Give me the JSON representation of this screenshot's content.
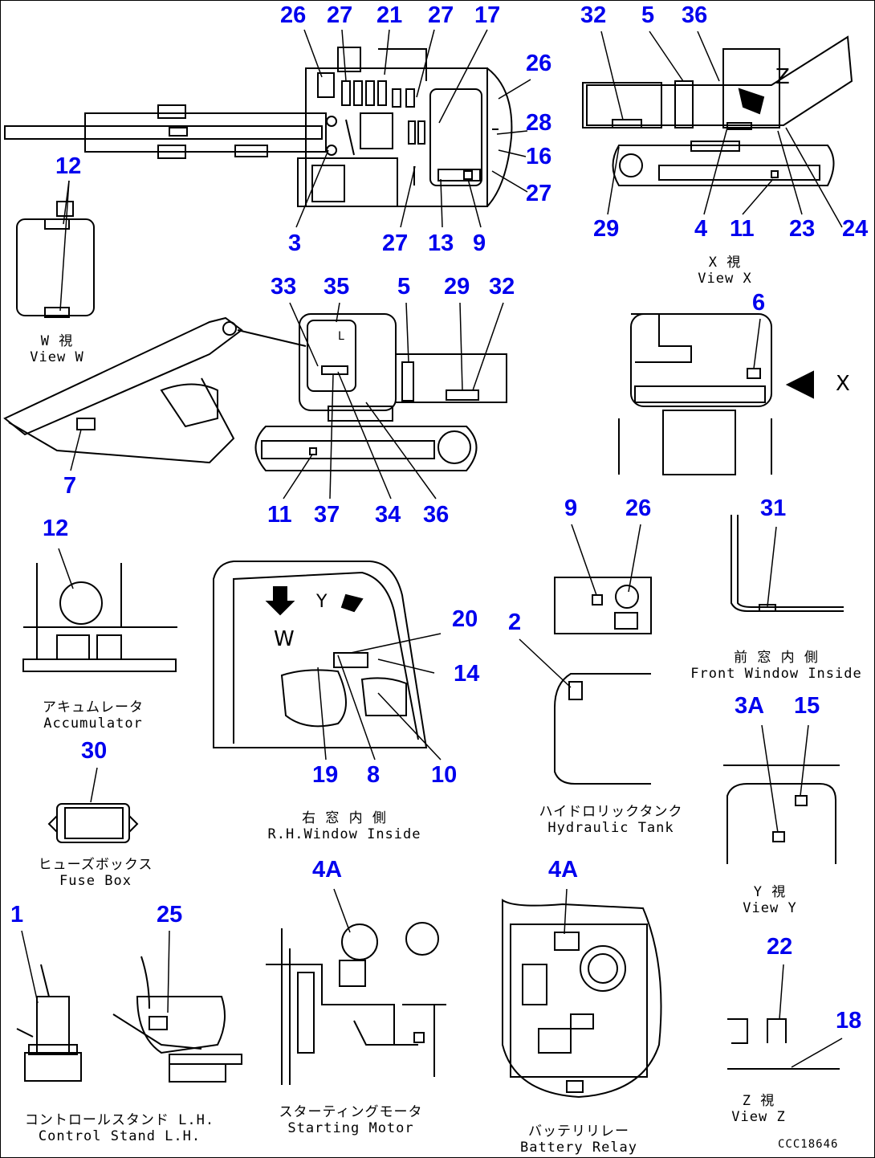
{
  "drawing_code": "CCC18646",
  "labels": {
    "n26a": "26",
    "n27a": "27",
    "n21": "21",
    "n27b": "27",
    "n17": "17",
    "n26b": "26",
    "n28": "28",
    "n16": "16",
    "n27c": "27",
    "n12a": "12",
    "n3": "3",
    "n27d": "27",
    "n13": "13",
    "n9a": "9",
    "n32a": "32",
    "n5a": "5",
    "n36a": "36",
    "n29a": "29",
    "n4": "4",
    "n11a": "11",
    "n23": "23",
    "n24": "24",
    "n33": "33",
    "n35": "35",
    "n5b": "5",
    "n29b": "29",
    "n32b": "32",
    "n6": "6",
    "n7": "7",
    "n11b": "11",
    "n37": "37",
    "n34": "34",
    "n36b": "36",
    "n12b": "12",
    "n9b": "9",
    "n26c": "26",
    "n31": "31",
    "n20": "20",
    "n2": "2",
    "n14": "14",
    "n3A": "3A",
    "n15": "15",
    "n19": "19",
    "n8": "8",
    "n10": "10",
    "n30": "30",
    "n4Aa": "4A",
    "n4Ab": "4A",
    "n1": "1",
    "n25": "25",
    "n22": "22",
    "n18": "18"
  },
  "captions": {
    "view_w_jp": "W  視",
    "view_w_en": "View W",
    "view_x_jp": "X  視",
    "view_x_en": "View X",
    "accumulator_jp": "アキュムレータ",
    "accumulator_en": "Accumulator",
    "rh_window_jp": "右 窓 内 側",
    "rh_window_en": "R.H.Window Inside",
    "hydraulic_tank_jp": "ハイドロリックタンク",
    "hydraulic_tank_en": "Hydraulic Tank",
    "front_window_jp": "前 窓 内 側",
    "front_window_en": "Front Window Inside",
    "view_y_jp": "Y  視",
    "view_y_en": "View Y",
    "fuse_box_jp": "ヒューズボックス",
    "fuse_box_en": "Fuse Box",
    "starting_motor_jp": "スターティングモータ",
    "starting_motor_en": "Starting Motor",
    "control_stand_jp": "コントロールスタンド L.H.",
    "control_stand_en": "Control Stand L.H.",
    "battery_relay_jp": "バッテリリレー",
    "battery_relay_en": "Battery Relay",
    "view_z_jp": "Z  視",
    "view_z_en": "View Z"
  },
  "view_markers": {
    "x": "X",
    "w": "W",
    "y": "Y",
    "z": "Z",
    "l": "L"
  }
}
